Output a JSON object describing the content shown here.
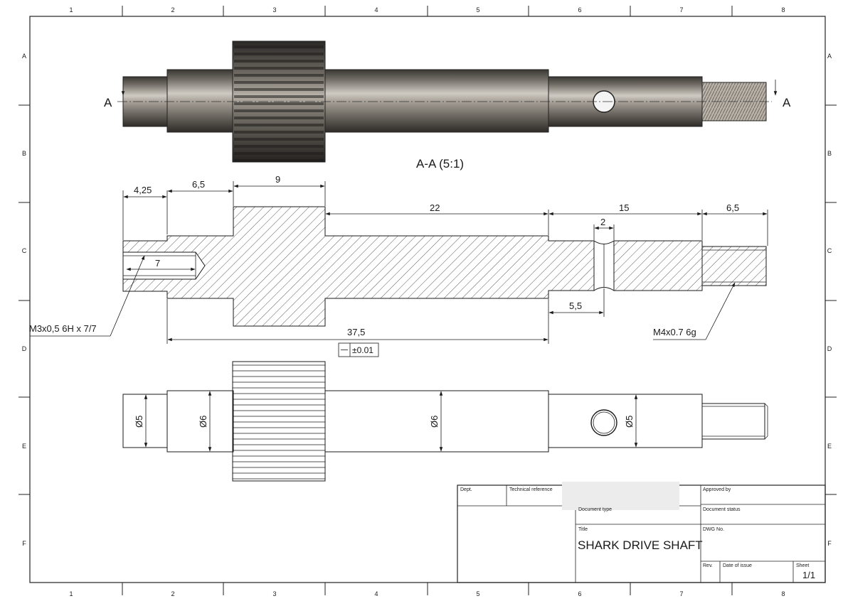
{
  "grid": {
    "columns": [
      "1",
      "2",
      "3",
      "4",
      "5",
      "6",
      "7",
      "8"
    ],
    "rows": [
      "A",
      "B",
      "C",
      "D",
      "E",
      "F"
    ]
  },
  "section": {
    "marker": "A",
    "title": "A-A (5:1)"
  },
  "dimensions": {
    "d_4_25": "4,25",
    "d_6_5_left": "6,5",
    "d_9": "9",
    "d_22": "22",
    "d_15": "15",
    "d_6_5_right": "6,5",
    "d_2": "2",
    "d_7": "7",
    "d_5_5": "5,5",
    "d_37_5": "37,5",
    "flatness_tol": "±0.01",
    "dia_5_left": "Ø5",
    "dia_6_left": "Ø6",
    "dia_6_mid": "Ø6",
    "dia_5_right": "Ø5"
  },
  "callouts": {
    "internal_thread": "M3x0,5 6H x 7/7",
    "external_thread": "M4x0.7 6g"
  },
  "title_block": {
    "dept_label": "Dept.",
    "tech_ref_label": "Technical reference",
    "approved_label": "Approved by",
    "doc_type_label": "Document type",
    "doc_status_label": "Document status",
    "title_label": "Title",
    "title": "SHARK DRIVE SHAFT",
    "dwg_label": "DWG No.",
    "rev_label": "Rev.",
    "date_label": "Date of issue",
    "sheet_label": "Sheet",
    "sheet_value": "1/1"
  }
}
